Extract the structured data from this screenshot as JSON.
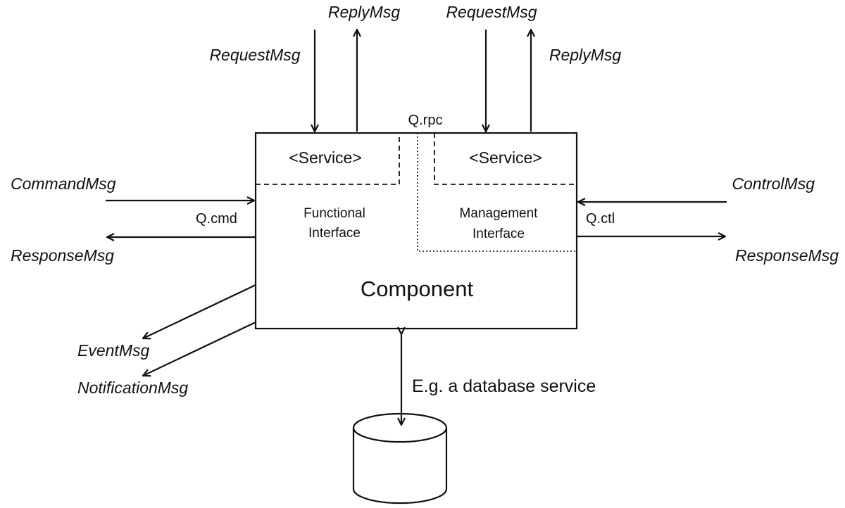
{
  "component": {
    "label": "Component"
  },
  "functional_interface": {
    "line1": "Functional",
    "line2": "Interface",
    "service_label": "<Service>"
  },
  "management_interface": {
    "line1": "Management",
    "line2": "Interface",
    "service_label": "<Service>"
  },
  "queues": {
    "rpc": "Q.rpc",
    "cmd": "Q.cmd",
    "ctl": "Q.ctl"
  },
  "messages": {
    "functional_request": "RequestMsg",
    "functional_reply": "ReplyMsg",
    "management_request": "RequestMsg",
    "management_reply": "ReplyMsg",
    "command": "CommandMsg",
    "command_response": "ResponseMsg",
    "control": "ControlMsg",
    "control_response": "ResponseMsg",
    "event": "EventMsg",
    "notification": "NotificationMsg"
  },
  "database": {
    "note": "E.g. a database service"
  }
}
